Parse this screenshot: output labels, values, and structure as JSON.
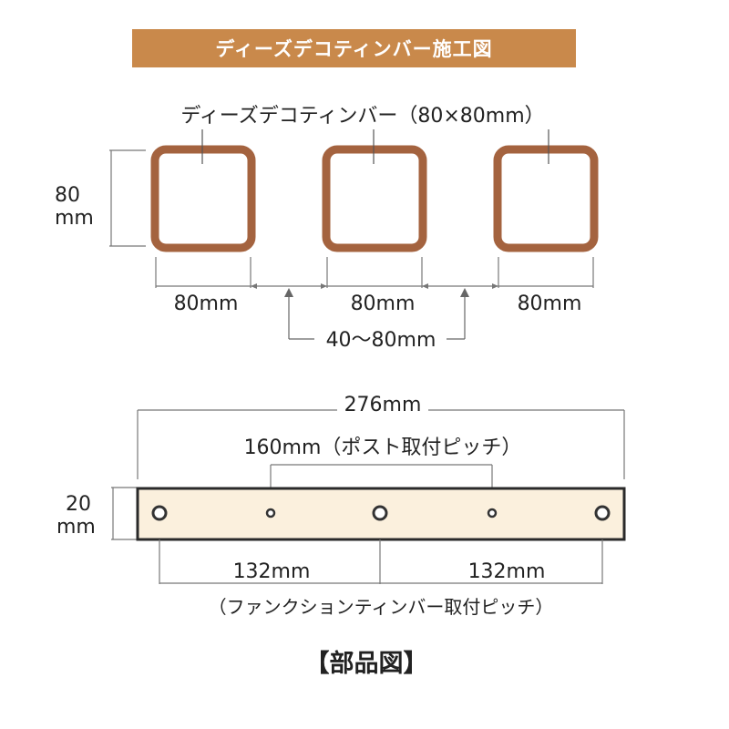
{
  "title": "ディーズデコティンバー施工図",
  "top_view": {
    "member_label": "ディーズデコティンバー（80×80mm）",
    "height_value": "80",
    "height_unit": "mm",
    "widths": [
      "80mm",
      "80mm",
      "80mm"
    ],
    "gap": "40〜80mm"
  },
  "part_view": {
    "total_length": "276mm",
    "post_pitch": "160mm（ポスト取付ピッチ）",
    "thickness_value": "20",
    "thickness_unit": "mm",
    "hole_pitches": [
      "132mm",
      "132mm"
    ],
    "hole_pitch_note": "（ファンクションティンバー取付ピッチ）"
  },
  "caption": "【部品図】",
  "colors": {
    "banner": "#c9894b",
    "timber": "#a4633f",
    "plate_fill": "#fbf0dd",
    "plate_border": "#2a2a2a",
    "dimension_line": "#777777"
  }
}
